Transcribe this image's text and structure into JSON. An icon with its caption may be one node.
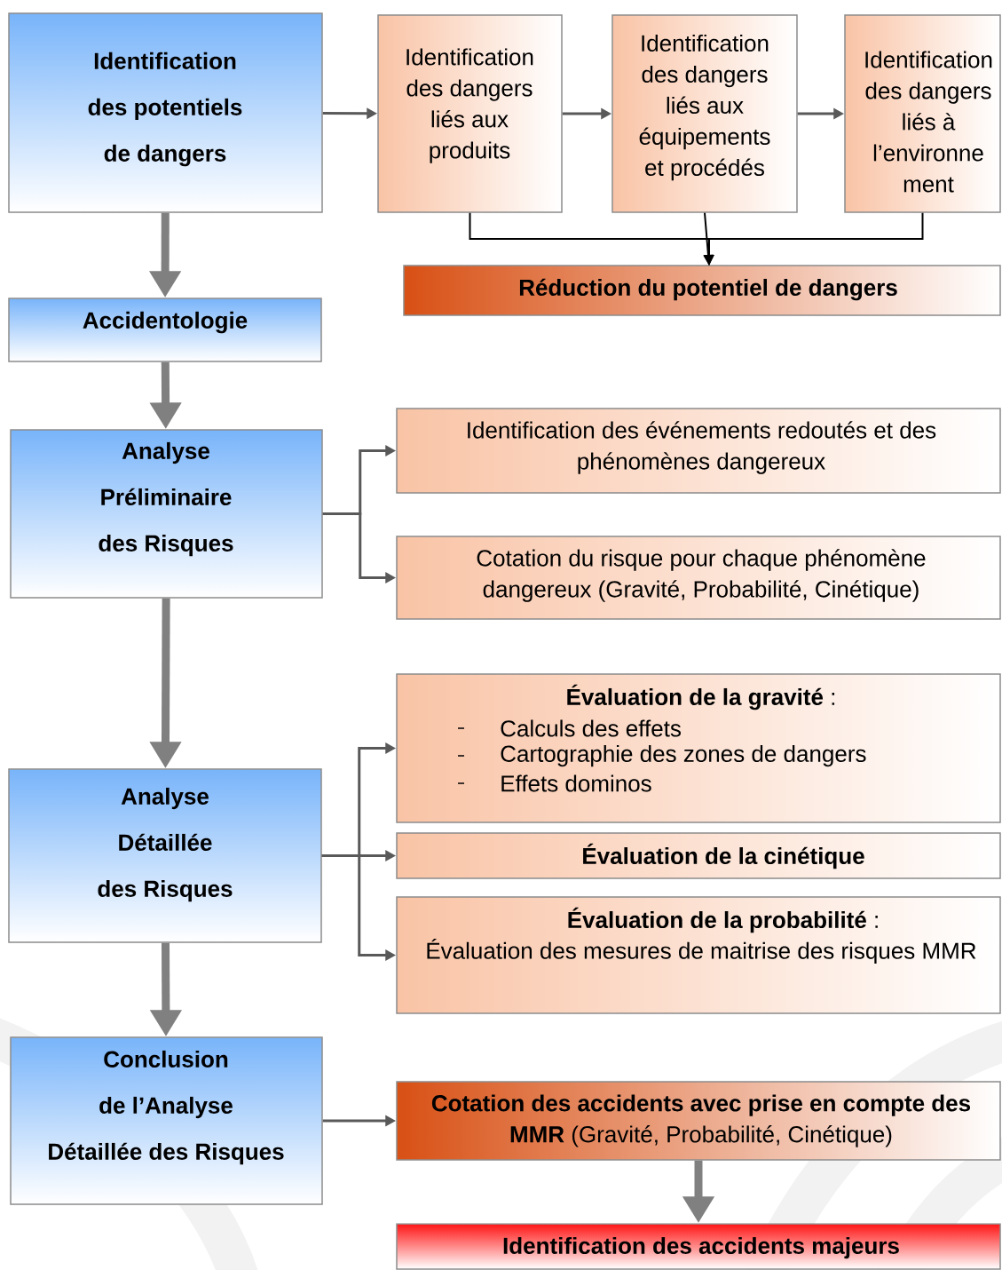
{
  "diagram": {
    "nodes": [
      {
        "text": [
          "Identification des potentiels de dangers"
        ]
      },
      {
        "text": [
          "Identification des dangers liés aux produits"
        ]
      },
      {
        "text": [
          "Identification des dangers liés aux équipements et procédés"
        ]
      },
      {
        "text": [
          "Identification des dangers liés à l’environne ment"
        ]
      },
      {
        "text": [
          "Réduction du potentiel de dangers"
        ]
      },
      {
        "text": [
          "Accidentologie"
        ]
      },
      {
        "text": [
          "Analyse Préliminaire des Risques"
        ]
      },
      {
        "text": [
          "Identification des événements redoutés et des phénomènes dangereux"
        ]
      },
      {
        "text": [
          "Cotation du risque pour chaque phénomène dangereux (Gravité, Probabilité, Cinétique)"
        ]
      },
      {
        "text": [
          "Analyse Détaillée des Risques"
        ]
      },
      {
        "text": [
          "**Évaluation de la gravité** :",
          "Calculs des effets",
          "Cartographie des zones de dangers",
          "Effets dominos"
        ]
      },
      {
        "text": [
          "Évaluation de la cinétique"
        ]
      },
      {
        "text": [
          "**Évaluation de la probabilité** :",
          "Évaluation des mesures de maitrise des risques MMR"
        ]
      },
      {
        "text": [
          "Conclusion de l’Analyse Détaillée des Risques"
        ]
      },
      {
        "text": [
          "**Cotation des accidents avec prise en compte des MMR** (Gravité, Probabilité, Cinétique)"
        ]
      },
      {
        "text": [
          "Identification des accidents majeurs"
        ]
      }
    ],
    "edges": [
      {
        "from": 0,
        "to": 1,
        "arrow": "to"
      },
      {
        "from": 1,
        "to": 2,
        "arrow": "to"
      },
      {
        "from": 2,
        "to": 3,
        "arrow": "to"
      },
      {
        "from": 1,
        "to": 4,
        "arrow": "to",
        "color": "#000000"
      },
      {
        "from": 2,
        "to": 4,
        "arrow": "to",
        "color": "#000000"
      },
      {
        "from": 3,
        "to": 4,
        "arrow": "to",
        "color": "#000000"
      },
      {
        "from": 0,
        "to": 5,
        "arrow": "to",
        "style": "thick",
        "color": "#808080"
      },
      {
        "from": 5,
        "to": 6,
        "arrow": "to",
        "style": "thick",
        "color": "#808080"
      },
      {
        "from": 6,
        "to": 7,
        "arrow": "to"
      },
      {
        "from": 6,
        "to": 8,
        "arrow": "to"
      },
      {
        "from": 6,
        "to": 9,
        "arrow": "to",
        "style": "thick",
        "color": "#808080"
      },
      {
        "from": 9,
        "to": 10,
        "arrow": "to"
      },
      {
        "from": 9,
        "to": 11,
        "arrow": "to"
      },
      {
        "from": 9,
        "to": 12,
        "arrow": "to"
      },
      {
        "from": 9,
        "to": 13,
        "arrow": "to",
        "style": "thick",
        "color": "#808080"
      },
      {
        "from": 13,
        "to": 14,
        "arrow": "to"
      },
      {
        "from": 14,
        "to": 15,
        "arrow": "to",
        "style": "thick",
        "color": "#808080"
      }
    ]
  }
}
